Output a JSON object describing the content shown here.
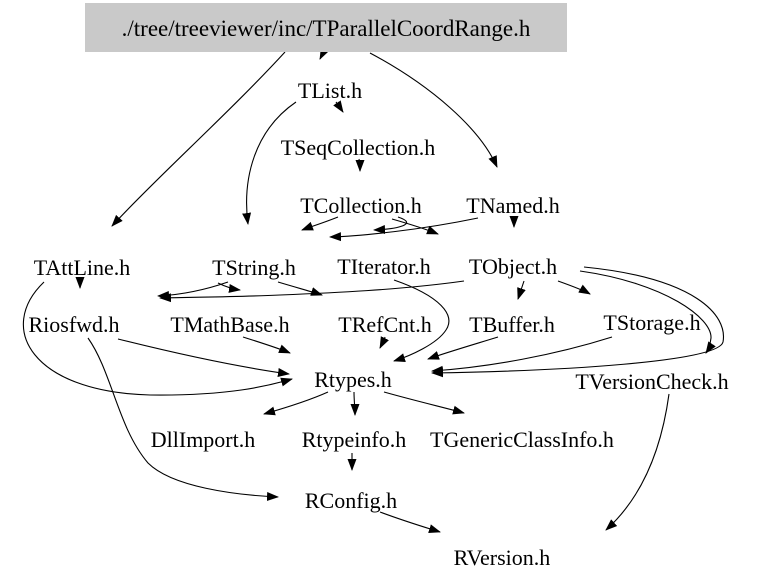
{
  "diagram": {
    "type": "include-dependency-graph",
    "title": "./tree/treeviewer/inc/TParallelCoordRange.h",
    "colors": {
      "background": "#ffffff",
      "root_node_bg": "#c9c9c9",
      "edge": "#000000",
      "text": "#000000"
    },
    "nodes": [
      {
        "id": "root",
        "label": "./tree/treeviewer/inc/TParallelCoordRange.h"
      },
      {
        "id": "tlist",
        "label": "TList.h"
      },
      {
        "id": "tseqcollection",
        "label": "TSeqCollection.h"
      },
      {
        "id": "tcollection",
        "label": "TCollection.h"
      },
      {
        "id": "tnamed",
        "label": "TNamed.h"
      },
      {
        "id": "tattline",
        "label": "TAttLine.h"
      },
      {
        "id": "tstring",
        "label": "TString.h"
      },
      {
        "id": "titerator",
        "label": "TIterator.h"
      },
      {
        "id": "tobject",
        "label": "TObject.h"
      },
      {
        "id": "riosfwd",
        "label": "Riosfwd.h"
      },
      {
        "id": "tmathbase",
        "label": "TMathBase.h"
      },
      {
        "id": "trefcnt",
        "label": "TRefCnt.h"
      },
      {
        "id": "tbuffer",
        "label": "TBuffer.h"
      },
      {
        "id": "tstorage",
        "label": "TStorage.h"
      },
      {
        "id": "rtypes",
        "label": "Rtypes.h"
      },
      {
        "id": "tversioncheck",
        "label": "TVersionCheck.h"
      },
      {
        "id": "dllimport",
        "label": "DllImport.h"
      },
      {
        "id": "rtypeinfo",
        "label": "Rtypeinfo.h"
      },
      {
        "id": "tgenericclassinfo",
        "label": "TGenericClassInfo.h"
      },
      {
        "id": "rconfig",
        "label": "RConfig.h"
      },
      {
        "id": "rversion",
        "label": "RVersion.h"
      }
    ],
    "edges": [
      {
        "from": "./tree/treeviewer/inc/TParallelCoordRange.h",
        "to": "TList.h"
      },
      {
        "from": "./tree/treeviewer/inc/TParallelCoordRange.h",
        "to": "TAttLine.h"
      },
      {
        "from": "./tree/treeviewer/inc/TParallelCoordRange.h",
        "to": "TNamed.h"
      },
      {
        "from": "TList.h",
        "to": "TSeqCollection.h"
      },
      {
        "from": "TList.h",
        "to": "TString.h"
      },
      {
        "from": "TSeqCollection.h",
        "to": "TCollection.h"
      },
      {
        "from": "TCollection.h",
        "to": "TString.h"
      },
      {
        "from": "TCollection.h",
        "to": "TIterator.h"
      },
      {
        "from": "TCollection.h",
        "to": "TObject.h"
      },
      {
        "from": "TNamed.h",
        "to": "TString.h"
      },
      {
        "from": "TNamed.h",
        "to": "TObject.h"
      },
      {
        "from": "TAttLine.h",
        "to": "Riosfwd.h"
      },
      {
        "from": "TAttLine.h",
        "to": "Rtypes.h"
      },
      {
        "from": "TString.h",
        "to": "Riosfwd.h"
      },
      {
        "from": "TString.h",
        "to": "TMathBase.h"
      },
      {
        "from": "TString.h",
        "to": "TRefCnt.h"
      },
      {
        "from": "TIterator.h",
        "to": "Rtypes.h"
      },
      {
        "from": "TObject.h",
        "to": "Riosfwd.h"
      },
      {
        "from": "TObject.h",
        "to": "TBuffer.h"
      },
      {
        "from": "TObject.h",
        "to": "TStorage.h"
      },
      {
        "from": "TObject.h",
        "to": "TVersionCheck.h"
      },
      {
        "from": "TObject.h",
        "to": "Rtypes.h"
      },
      {
        "from": "TMathBase.h",
        "to": "Rtypes.h"
      },
      {
        "from": "TRefCnt.h",
        "to": "Rtypes.h"
      },
      {
        "from": "TBuffer.h",
        "to": "Rtypes.h"
      },
      {
        "from": "TStorage.h",
        "to": "Rtypes.h"
      },
      {
        "from": "Riosfwd.h",
        "to": "Rtypes.h"
      },
      {
        "from": "Riosfwd.h",
        "to": "RConfig.h"
      },
      {
        "from": "Rtypes.h",
        "to": "DllImport.h"
      },
      {
        "from": "Rtypes.h",
        "to": "Rtypeinfo.h"
      },
      {
        "from": "Rtypes.h",
        "to": "TGenericClassInfo.h"
      },
      {
        "from": "Rtypes.h",
        "to": "RConfig.h"
      },
      {
        "from": "RConfig.h",
        "to": "RVersion.h"
      },
      {
        "from": "TVersionCheck.h",
        "to": "RVersion.h"
      }
    ]
  }
}
